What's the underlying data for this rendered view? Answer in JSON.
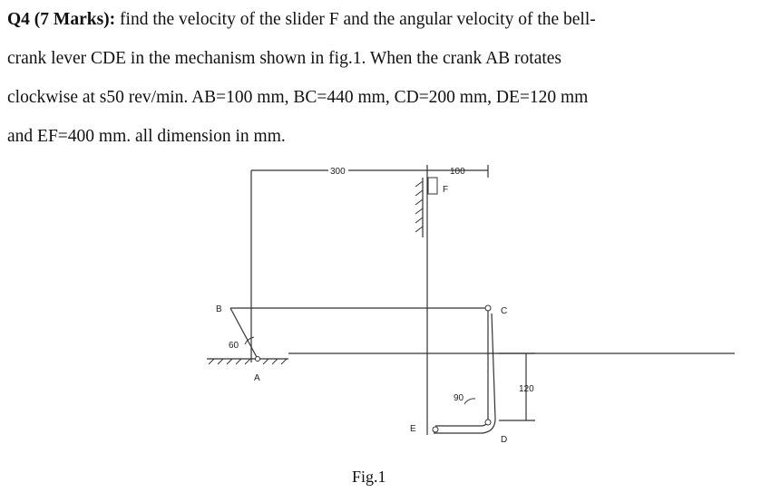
{
  "question": {
    "label": "Q4 (7 Marks):",
    "lines": [
      " find the velocity of the slider F and the angular velocity of the bell-",
      "crank lever CDE in the mechanism shown in fig.1. When the crank AB rotates",
      "clockwise at s50 rev/min. AB=100 mm, BC=440 mm, CD=200 mm, DE=120 mm",
      "and EF=400 mm. all dimension in mm."
    ]
  },
  "figure": {
    "caption": "Fig.1",
    "dims": {
      "top_span": "300",
      "right_span": "100",
      "vertical": "120"
    },
    "angles": {
      "crank": "60",
      "bell_crank": "90"
    },
    "points": {
      "A": "A",
      "B": "B",
      "C": "C",
      "D": "D",
      "E": "E",
      "F": "F"
    }
  }
}
